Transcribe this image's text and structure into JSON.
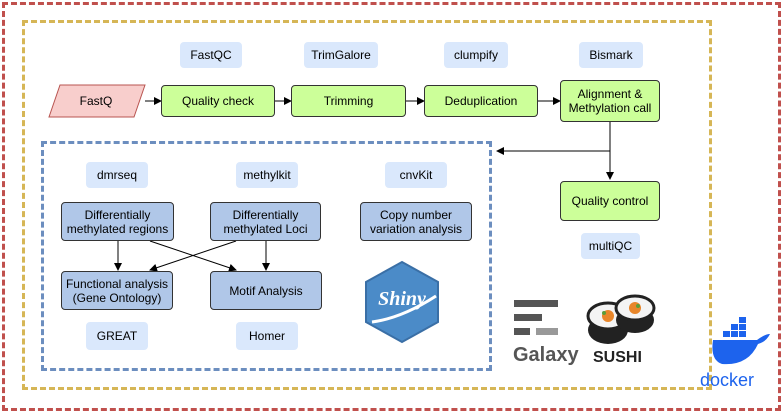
{
  "pipeline": {
    "input": "FastQ",
    "steps": [
      "Quality check",
      "Trimming",
      "Deduplication",
      "Alignment &\nMethylation call"
    ],
    "tools": [
      "FastQC",
      "TrimGalore",
      "clumpify",
      "Bismark"
    ],
    "qc_step": "Quality control",
    "qc_tool": "multiQC"
  },
  "analysis": {
    "tools": [
      "dmrseq",
      "methylkit",
      "cnvKit"
    ],
    "nodes": [
      "Differentially\nmethylated regions",
      "Differentially\nmethylated Loci",
      "Copy number\nvariation analysis"
    ],
    "downstream": [
      "Functional analysis\n(Gene Ontology)",
      "Motif Analysis"
    ],
    "downstream_tools": [
      "GREAT",
      "Homer"
    ]
  },
  "logos": {
    "shiny": "Shiny",
    "galaxy": "Galaxy",
    "sushi": "SUSHI",
    "docker": "docker"
  },
  "colors": {
    "outer_border": "#c0504d",
    "middle_border": "#d6b656",
    "inner_border": "#6c8ebf",
    "input_fill": "#f8cecc",
    "step_fill": "#ccff99",
    "analysis_fill": "#b0c7e8",
    "tool_fill": "#dae8fc",
    "shiny_blue": "#4b8bc8",
    "docker_blue": "#1d63ed"
  }
}
